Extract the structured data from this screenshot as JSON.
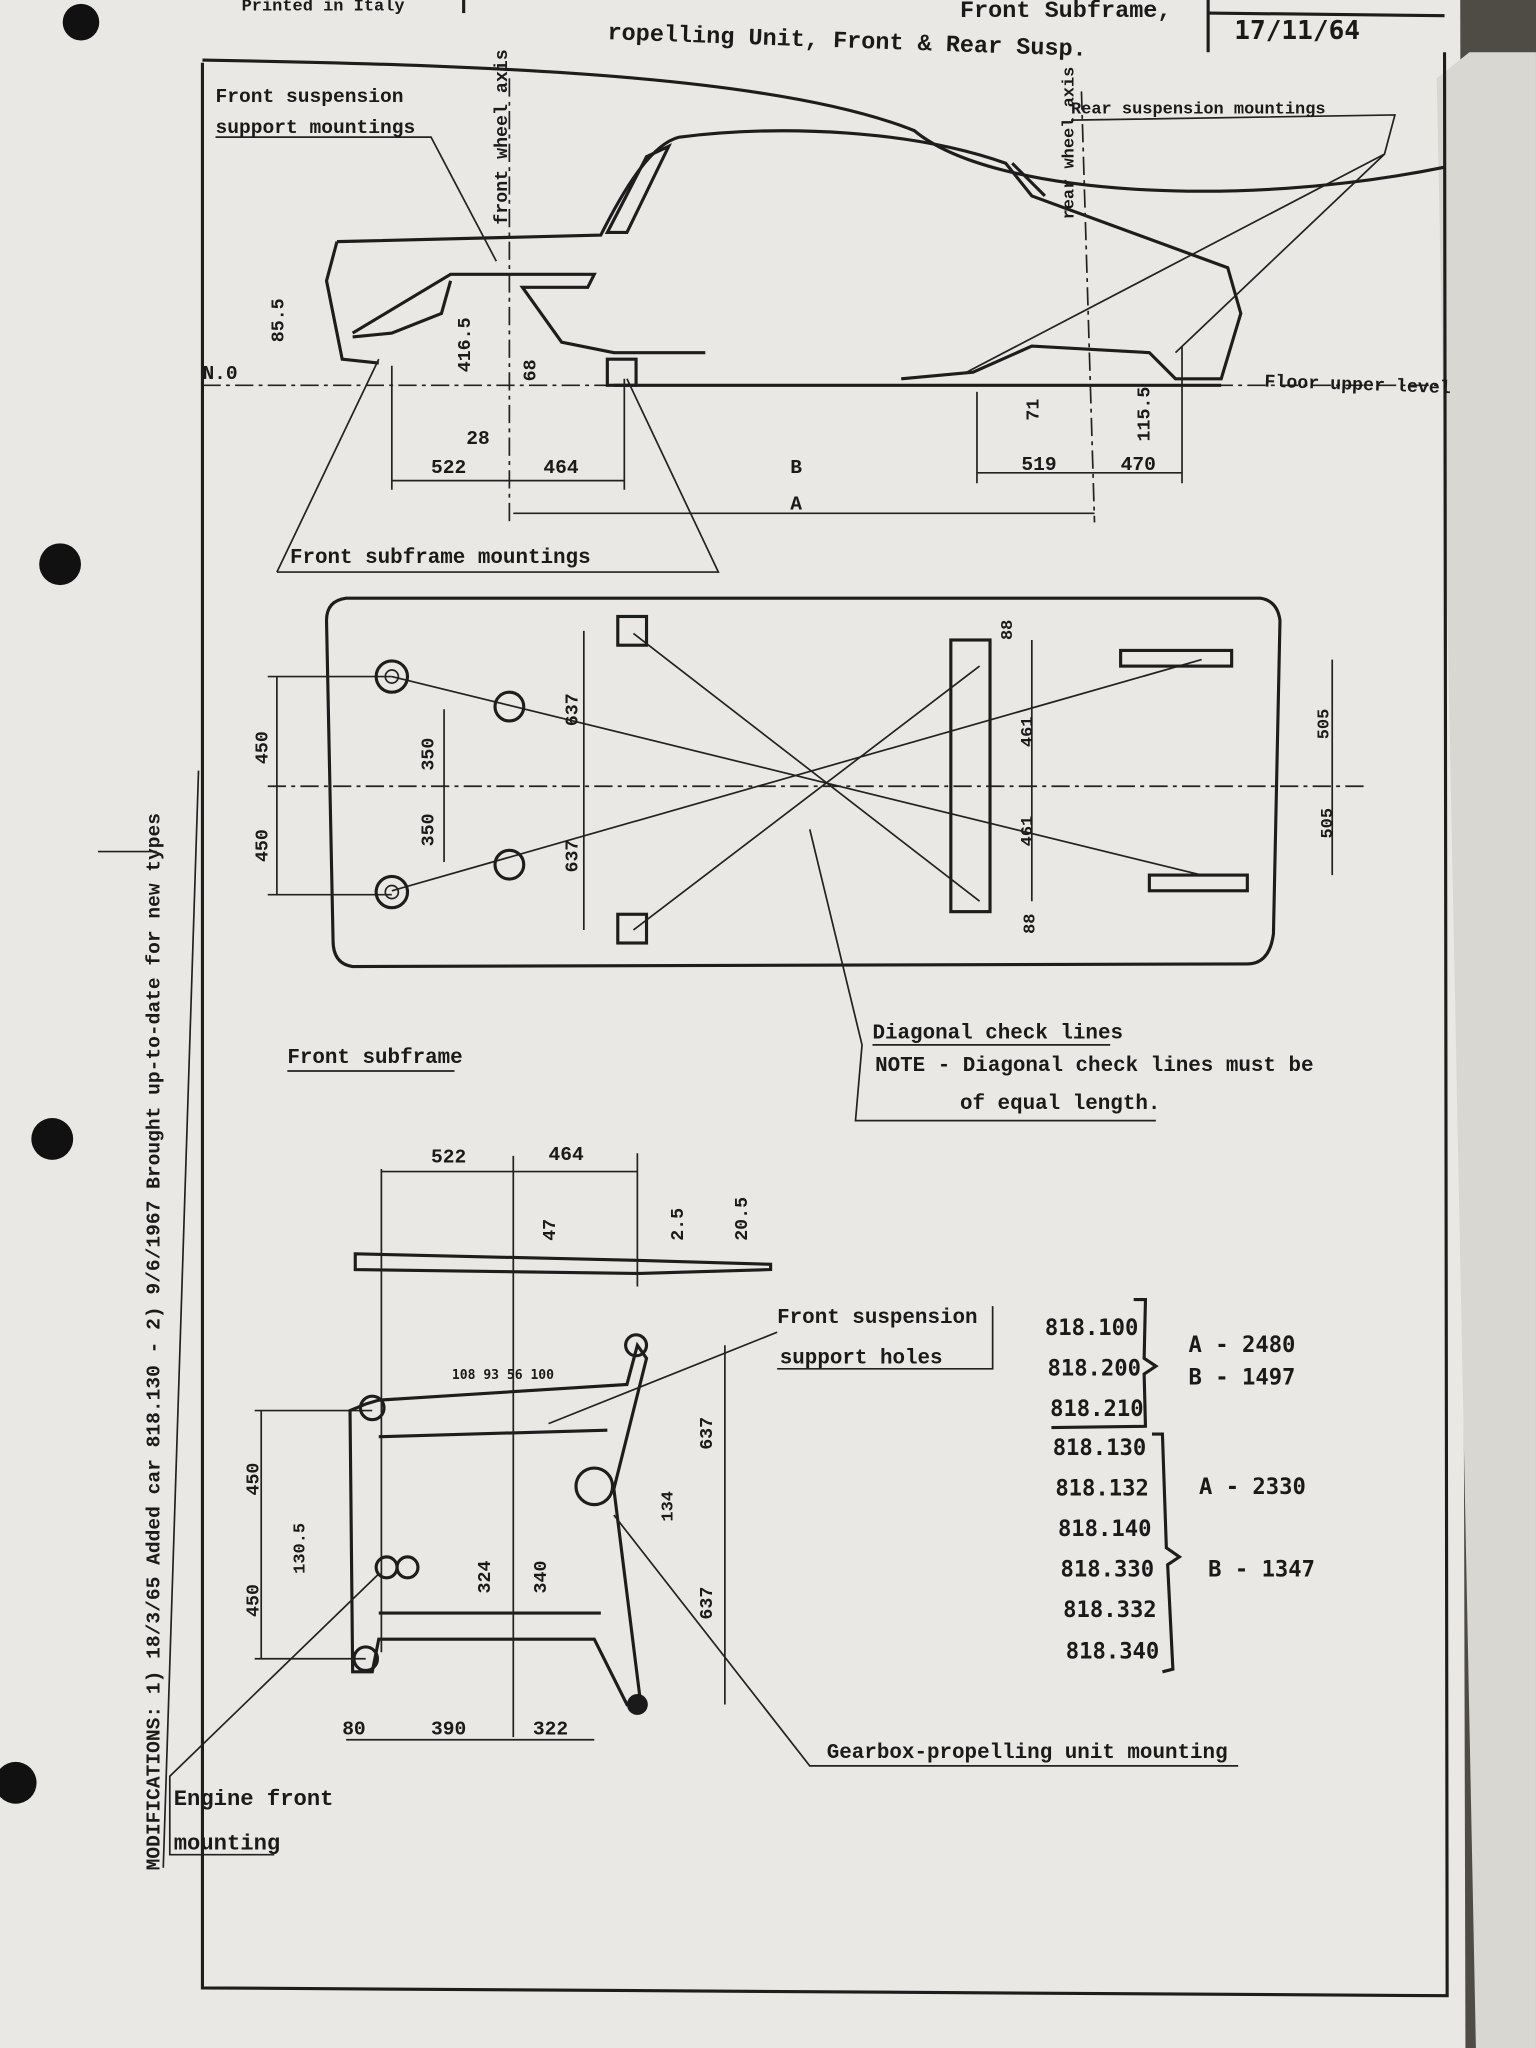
{
  "header": {
    "printed": "Printed in Italy",
    "title_line1": "Front Subframe,",
    "title_line2": "ropelling Unit, Front & Rear Susp.",
    "date": "17/11/64"
  },
  "side_view": {
    "front_susp_label_1": "Front suspension",
    "front_susp_label_2": "support mountings",
    "front_wheel_axis": "front wheel axis",
    "rear_wheel_axis": "rear wheel axis",
    "rear_susp_label": "Rear suspension mountings",
    "floor_label": "Floor upper level",
    "datum": "N.0",
    "front_subframe_mountings": "Front subframe mountings",
    "dims": {
      "d85": "85.5",
      "d416": "416.5",
      "d68": "68",
      "d28": "28",
      "d522": "522",
      "d464": "464",
      "B": "B",
      "A": "A",
      "d519": "519",
      "d470": "470",
      "d71": "71",
      "d115": "115.5"
    }
  },
  "plan_view": {
    "dims": {
      "d450a": "450",
      "d450b": "450",
      "d350a": "350",
      "d350b": "350",
      "d637a": "637",
      "d637b": "637",
      "d88a": "88",
      "d88b": "88",
      "d461a": "461",
      "d461b": "461",
      "d505a": "505",
      "d505b": "505"
    },
    "diag_label": "Diagonal check lines",
    "note_1": "NOTE - Diagonal check lines must be",
    "note_2": "of equal length."
  },
  "subframe_view": {
    "title": "Front subframe",
    "dims": {
      "d522": "522",
      "d464": "464",
      "d47": "47",
      "d2_5": "2.5",
      "d20_5": "20.5",
      "holes": "108 93 56 100",
      "d450a": "450",
      "d450b": "450",
      "d130": "130.5",
      "d324": "324",
      "d340": "340",
      "d134": "134",
      "d637a": "637",
      "d637b": "637",
      "d80": "80",
      "d390": "390",
      "d322": "322"
    },
    "front_susp_holes_1": "Front suspension",
    "front_susp_holes_2": "support holes",
    "gearbox_label": "Gearbox-propelling unit mounting",
    "engine_label_1": "Engine front",
    "engine_label_2": "mounting"
  },
  "modifications": "MODIFICATIONS: 1) 18/3/65 Added car 818.130 - 2) 9/6/1967 Brought up-to-date for new types",
  "table": {
    "group1": {
      "codes": [
        "818.100",
        "818.200",
        "818.210"
      ],
      "A": "A - 2480",
      "B": "B - 1497"
    },
    "group2": {
      "codes": [
        "818.130",
        "818.132",
        "818.140",
        "818.330",
        "818.332",
        "818.340"
      ],
      "A": "A - 2330",
      "B": "B - 1347"
    }
  }
}
